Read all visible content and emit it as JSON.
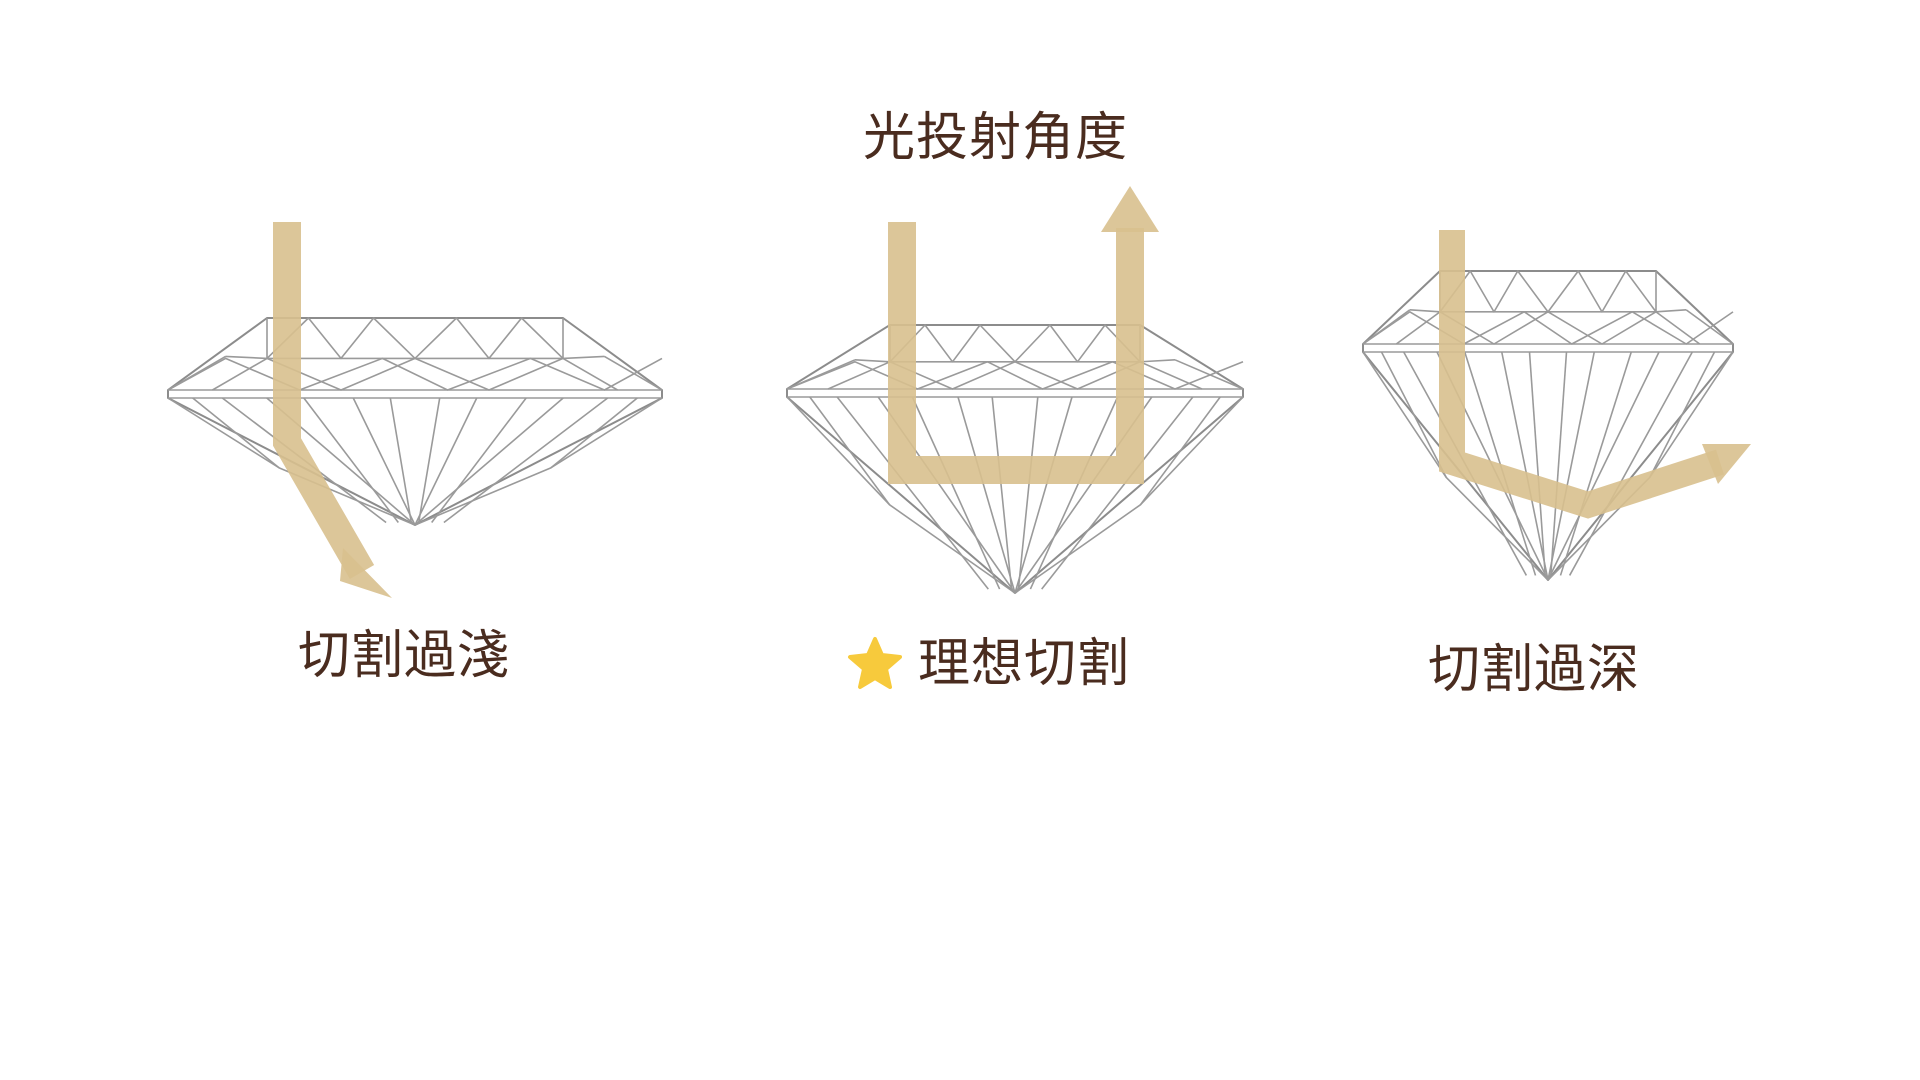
{
  "title": "光投射角度",
  "diamonds": [
    {
      "id": "shallow",
      "label": "切割過淺"
    },
    {
      "id": "ideal",
      "label": "理想切割",
      "marker_icon": "star-icon"
    },
    {
      "id": "deep",
      "label": "切割過深"
    }
  ],
  "colors": {
    "beam": "#d8c08e",
    "text": "#4a2c1f",
    "star": "#f7ca3c",
    "lines": "#9a9a9a"
  }
}
